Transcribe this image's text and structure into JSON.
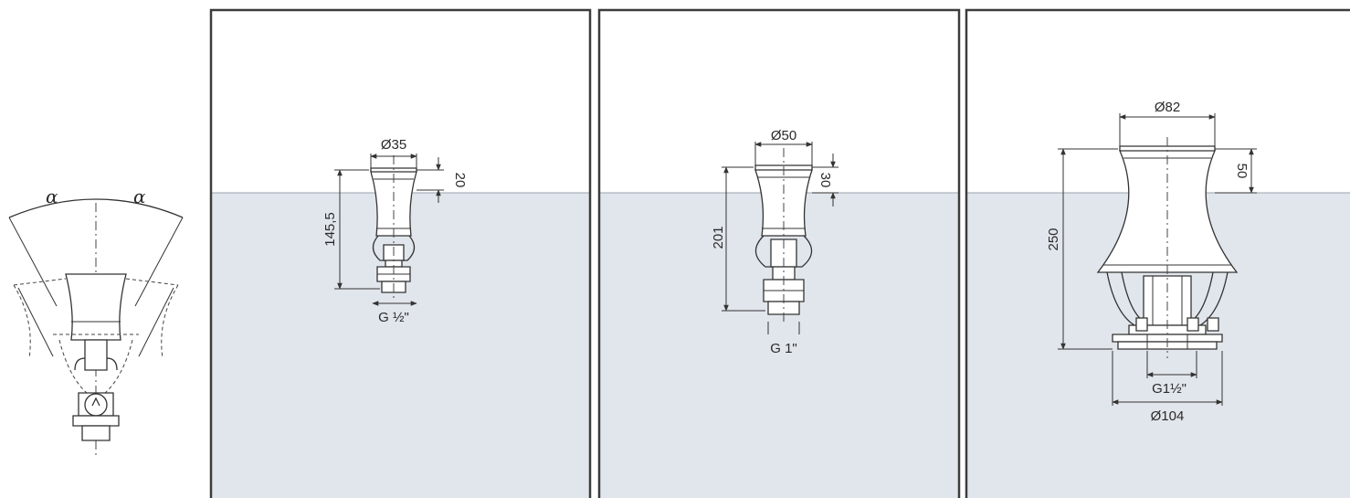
{
  "colors": {
    "water": "#e1e6ec",
    "frame": "#3c3c3c",
    "line": "#333333"
  },
  "angle_view": {
    "left_angle": "α",
    "right_angle": "α"
  },
  "panels": [
    {
      "top_diameter": "Ø35",
      "top_height": "20",
      "total_height": "145,5",
      "connection": "G ½\""
    },
    {
      "top_diameter": "Ø50",
      "top_height": "30",
      "total_height": "201",
      "connection": "G 1\""
    },
    {
      "top_diameter": "Ø82",
      "top_height": "50",
      "total_height": "250",
      "connection": "G1½\"",
      "base_diameter": "Ø104"
    }
  ]
}
